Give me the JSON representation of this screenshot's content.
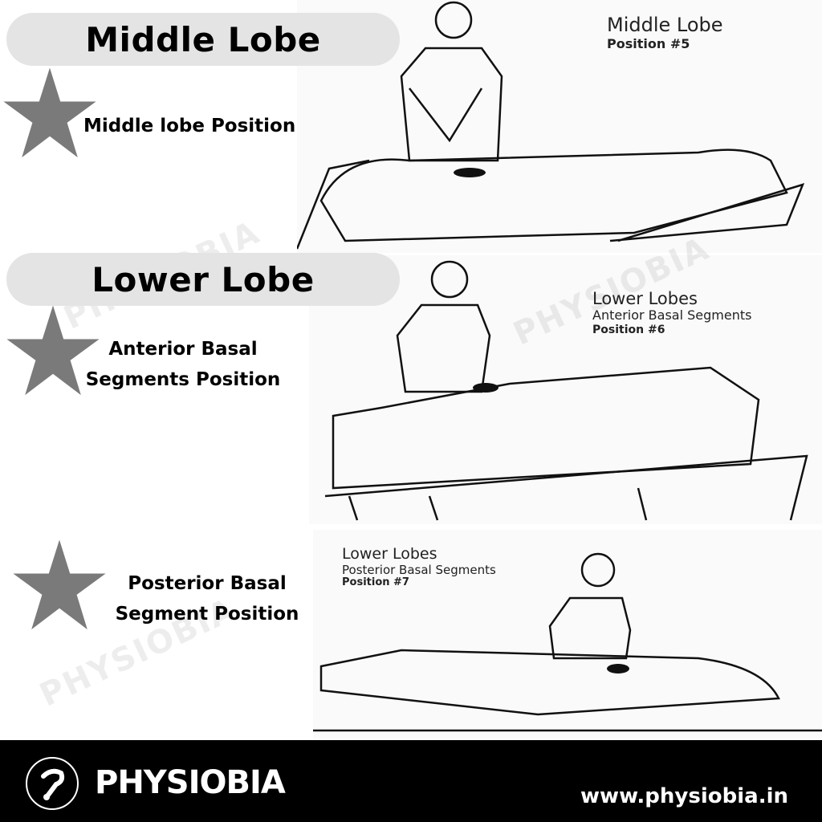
{
  "sections": [
    {
      "heading": "Middle Lobe",
      "items": [
        {
          "label": "Middle lobe Position"
        }
      ]
    },
    {
      "heading": "Lower Lobe",
      "items": [
        {
          "label": "Anterior Basal Segments Position"
        },
        {
          "label": "Posterior Basal Segment Position"
        }
      ]
    }
  ],
  "illustrations": [
    {
      "title": "Middle Lobe",
      "subtitle": "",
      "position": "Position #5"
    },
    {
      "title": "Lower Lobes",
      "subtitle": "Anterior Basal Segments",
      "position": "Position #6"
    },
    {
      "title": "Lower Lobes",
      "subtitle": "Posterior Basal Segments",
      "position": "Position #7"
    }
  ],
  "watermark": "PHYSIOBIA",
  "footer": {
    "brand": "PHYSIOBIA",
    "url": "www.physiobia.in",
    "logo_icon": "physiobia-logo-icon"
  },
  "colors": {
    "pill": "#e4e4e4",
    "star": "#7a7a7a",
    "footer": "#000000"
  }
}
